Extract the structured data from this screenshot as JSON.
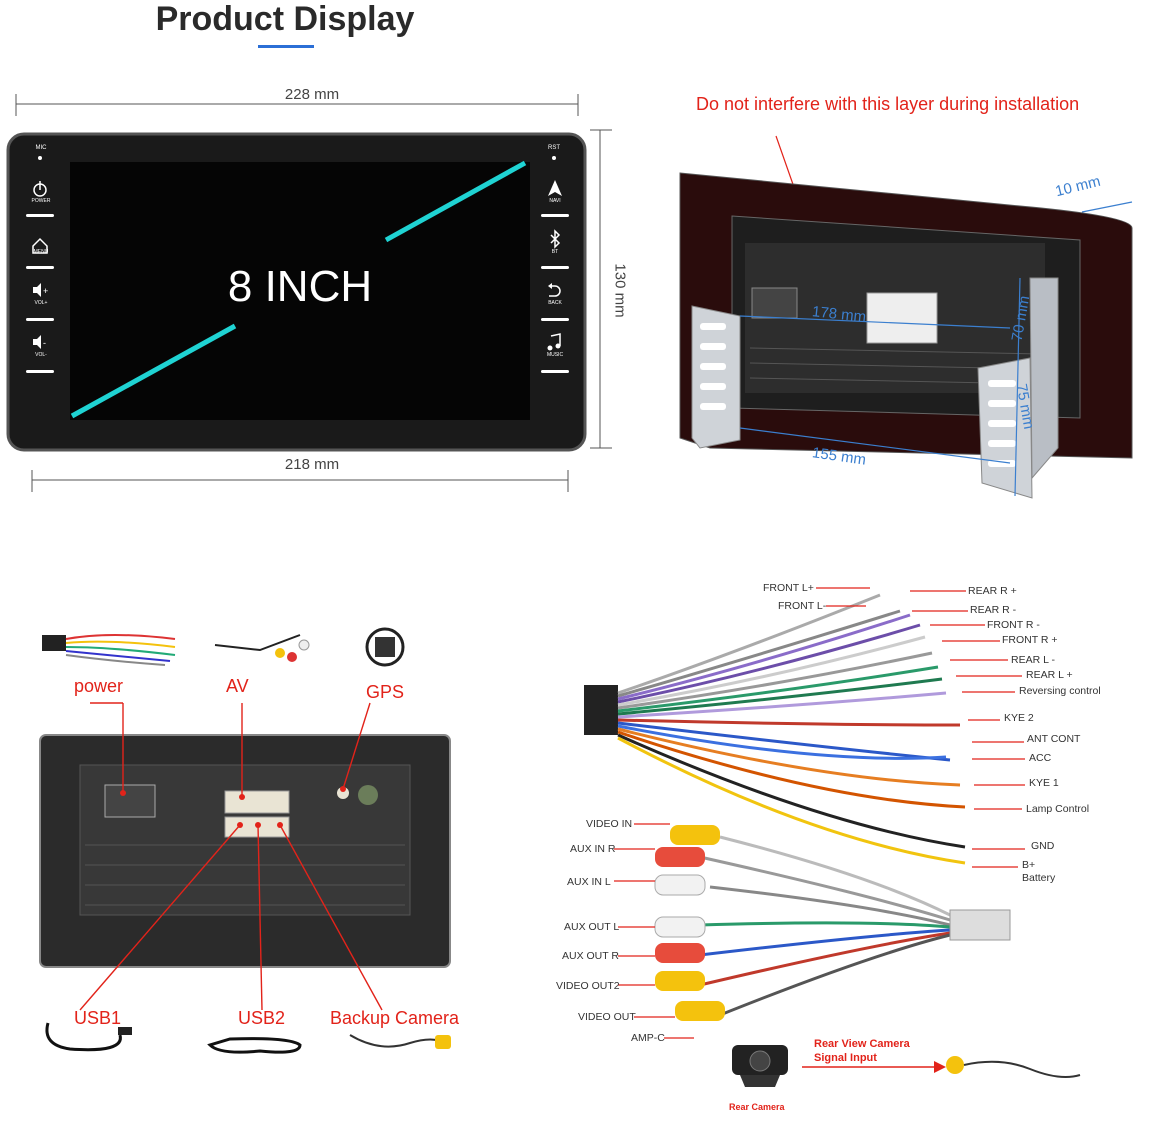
{
  "title": "Product Display",
  "front": {
    "width_top": "228 mm",
    "width_bottom": "218 mm",
    "height": "130 mm",
    "screen_text": "8 INCH",
    "left_buttons": [
      "MIC",
      "POWER",
      "MENU",
      "VOL+",
      "VOL-"
    ],
    "right_buttons": [
      "RST",
      "NAVI",
      "BT",
      "BACK",
      "MUSIC"
    ]
  },
  "rear": {
    "warning": "Do not interfere with this layer during installation",
    "dims": [
      "10 mm",
      "178 mm",
      "70 mm",
      "75 mm",
      "155 mm"
    ]
  },
  "ports": {
    "top_labels": [
      "power",
      "AV",
      "GPS"
    ],
    "bottom_labels": [
      "USB1",
      "USB2",
      "Backup Camera"
    ]
  },
  "wiring": {
    "left_top": [
      "FRONT L+",
      "FRONT L-"
    ],
    "right": [
      "REAR R +",
      "REAR R -",
      "FRONT R -",
      "FRONT R +",
      "REAR L -",
      "REAR L +",
      "Reversing control",
      "KYE 2",
      "ANT CONT",
      "ACC",
      "KYE 1",
      "Lamp Control",
      "GND",
      "B+",
      "Battery"
    ],
    "left_av": [
      "VIDEO IN",
      "AUX IN R",
      "AUX  IN L",
      "AUX OUT L",
      "AUX OUT R",
      "VIDEO OUT2",
      "VIDEO OUT",
      "AMP-C"
    ],
    "camera_label": "Rear Camera",
    "signal_label_1": "Rear View Camera",
    "signal_label_2": "Signal Input"
  },
  "colors": {
    "accent_blue": "#2b6fd6",
    "label_red": "#e2231a",
    "diagonal_cyan": "#1fd3d3"
  }
}
